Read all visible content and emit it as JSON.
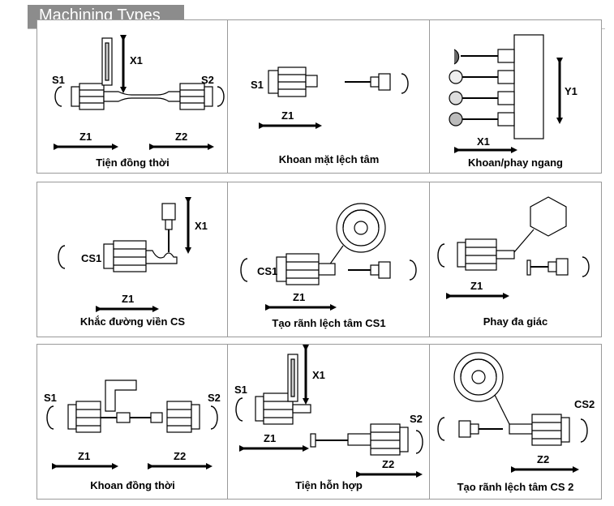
{
  "header": {
    "title": "Machining Types"
  },
  "cells": [
    {
      "caption": "Tiện đồng thời",
      "labels": {
        "s1": "S1",
        "s2": "S2",
        "x1": "X1",
        "z1": "Z1",
        "z2": "Z2"
      }
    },
    {
      "caption": "Khoan mặt lệch tâm",
      "labels": {
        "s1": "S1",
        "z1": "Z1"
      }
    },
    {
      "caption": "Khoan/phay ngang",
      "labels": {
        "y1": "Y1",
        "x1": "X1"
      }
    },
    {
      "caption": "Khắc đường viền CS",
      "labels": {
        "cs1": "CS1",
        "x1": "X1",
        "z1": "Z1"
      }
    },
    {
      "caption": "Tạo rãnh lệch tâm CS1",
      "labels": {
        "cs1": "CS1",
        "z1": "Z1"
      }
    },
    {
      "caption": "Phay đa giác",
      "labels": {
        "z1": "Z1"
      }
    },
    {
      "caption": "Khoan đồng thời",
      "labels": {
        "s1": "S1",
        "s2": "S2",
        "z1": "Z1",
        "z2": "Z2"
      }
    },
    {
      "caption": "Tiện hỗn hợp",
      "labels": {
        "s1": "S1",
        "x1": "X1",
        "s2": "S2",
        "z1": "Z1",
        "z2": "Z2"
      }
    },
    {
      "caption": "Tạo rãnh lệch tâm CS 2",
      "labels": {
        "cs2": "CS2",
        "z2": "Z2"
      }
    }
  ]
}
